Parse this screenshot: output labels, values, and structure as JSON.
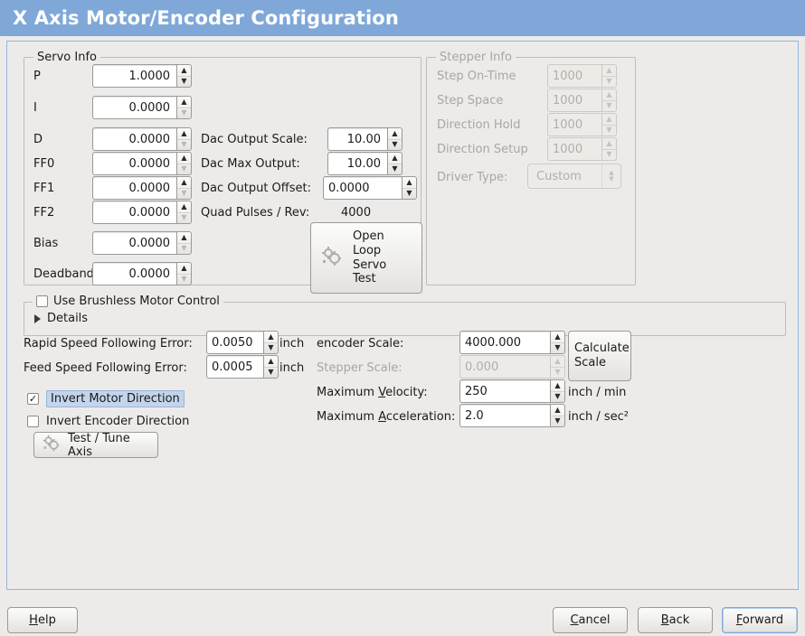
{
  "window": {
    "title": "X Axis Motor/Encoder Configuration",
    "title_bar_color": "#7fa8d8",
    "background_color": "#edebe9"
  },
  "servo_info": {
    "legend": "Servo Info",
    "enabled": true,
    "pid_fields": [
      {
        "label": "P",
        "value": "1.0000",
        "down_enabled": true
      },
      {
        "label": "I",
        "value": "0.0000",
        "down_enabled": false
      },
      {
        "label": "D",
        "value": "0.0000",
        "down_enabled": false
      },
      {
        "label": "FF0",
        "value": "0.0000",
        "down_enabled": false
      },
      {
        "label": "FF1",
        "value": "0.0000",
        "down_enabled": false
      },
      {
        "label": "FF2",
        "value": "0.0000",
        "down_enabled": false
      },
      {
        "label": "Bias",
        "value": "0.0000",
        "down_enabled": false
      },
      {
        "label": "Deadband",
        "value": "0.0000",
        "down_enabled": false
      }
    ],
    "dac_fields": [
      {
        "label": "Dac Output Scale:",
        "value": "10.00"
      },
      {
        "label": "Dac Max Output:",
        "value": "10.00"
      },
      {
        "label": "Dac Output Offset:",
        "value": "0.0000"
      }
    ],
    "quad_pulses": {
      "label": "Quad Pulses / Rev:",
      "value": "4000"
    },
    "open_loop_button": {
      "icon": "gears-icon",
      "lines": [
        "Open",
        "Loop",
        "Servo",
        "Test"
      ]
    }
  },
  "stepper_info": {
    "legend": "Stepper Info",
    "enabled": false,
    "fields": [
      {
        "label": "Step On-Time",
        "value": "1000"
      },
      {
        "label": "Step Space",
        "value": "1000"
      },
      {
        "label": "Direction Hold",
        "value": "1000"
      },
      {
        "label": "Direction Setup",
        "value": "1000"
      }
    ],
    "driver_type": {
      "label": "Driver Type:",
      "value": "Custom"
    }
  },
  "brushless": {
    "checkbox_label": "Use Brushless Motor Control",
    "checked": false,
    "details_label": "Details",
    "details_expanded": false
  },
  "following_error": {
    "rapid": {
      "label": "Rapid Speed Following Error:",
      "value": "0.0050",
      "unit": "inch"
    },
    "feed": {
      "label": "Feed Speed Following Error:",
      "value": "0.0005",
      "unit": "inch"
    }
  },
  "direction": {
    "invert_motor": {
      "label": "Invert Motor Direction",
      "checked": true,
      "focused": true
    },
    "invert_encoder": {
      "label": "Invert Encoder Direction",
      "checked": false,
      "focused": false
    }
  },
  "test_tune_button": {
    "label": "Test / Tune Axis",
    "icon": "gears-icon"
  },
  "scales": {
    "encoder_scale": {
      "label": "encoder Scale:",
      "value": "4000.000",
      "enabled": true
    },
    "stepper_scale": {
      "label": "Stepper Scale:",
      "value": "0.000",
      "enabled": false
    },
    "max_velocity": {
      "label_pre": "Maximum ",
      "label_mnemonic": "V",
      "label_post": "elocity:",
      "value": "250",
      "unit": "inch / min"
    },
    "max_acceleration": {
      "label_pre": "Maximum ",
      "label_mnemonic": "A",
      "label_post": "cceleration:",
      "value": "2.0",
      "unit": "inch / sec²"
    },
    "calculate_button": {
      "line1": "Calculate",
      "line2": "Scale"
    }
  },
  "footer": {
    "help": {
      "mnemonic": "H",
      "rest": "elp"
    },
    "cancel": {
      "mnemonic": "C",
      "rest": "ancel"
    },
    "back": {
      "mnemonic": "B",
      "rest": "ack"
    },
    "forward": {
      "mnemonic": "F",
      "rest": "orward",
      "focused": true
    }
  }
}
